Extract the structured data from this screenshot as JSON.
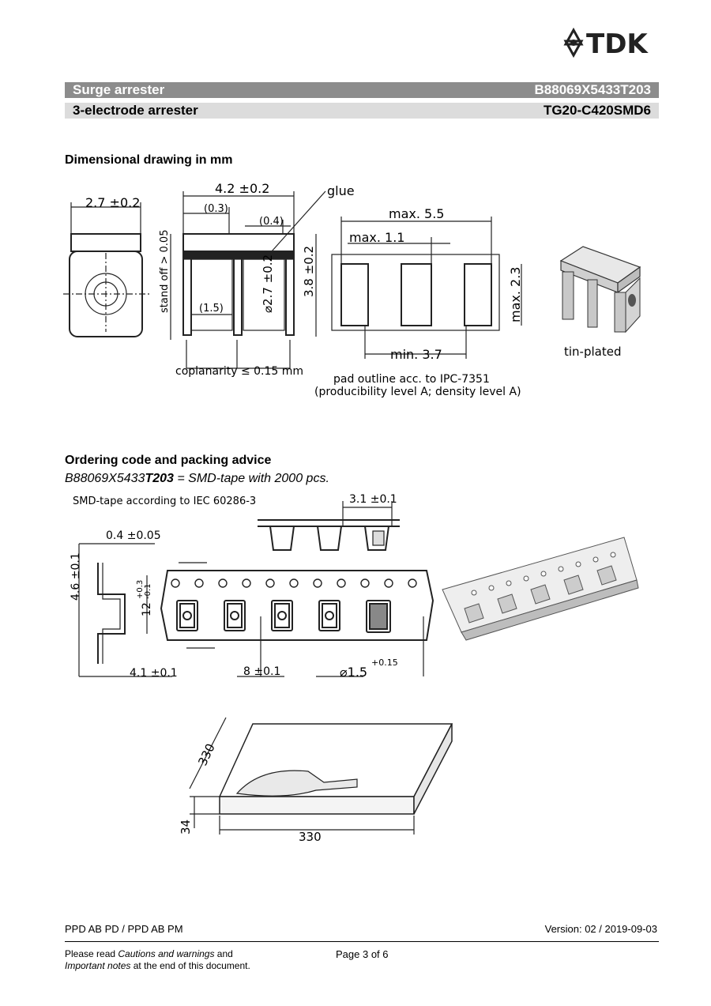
{
  "brand": {
    "logo_text": "TDK"
  },
  "header": {
    "product": "Surge arrester",
    "code": "B88069X5433T203",
    "type": "3-electrode arrester",
    "model": "TG20-C420SMD6"
  },
  "section1": {
    "title": "Dimensional drawing in mm",
    "labels": {
      "width_27": "2.7 ±0.2",
      "length_42": "4.2 ±0.2",
      "dim_03": "(0.3)",
      "dim_04": "(0.4)",
      "glue": "glue",
      "standoff": "stand off > 0.05",
      "dia_27": "⌀2.7 ±0.2",
      "height_38": "3.8 ±0.2",
      "dim_15": "(1.5)",
      "coplanarity": "coplanarity ≤ 0.15 mm",
      "max_55": "max. 5.5",
      "max_11": "max. 1.1",
      "max_23": "max. 2.3",
      "min_37": "min. 3.7",
      "pad_note_1": "pad outline acc. to IPC-7351",
      "pad_note_2": "(producibility level A; density level A)",
      "tin_plated": "tin-plated"
    }
  },
  "section2": {
    "title": "Ordering code and packing advice",
    "subtitle_prefix": "B88069X5433",
    "subtitle_bold": "T203",
    "subtitle_suffix": " = SMD-tape with 2000 pcs.",
    "labels": {
      "tape_note": "SMD-tape according to IEC 60286-3",
      "dim_31": "3.1 ±0.1",
      "dim_04": "0.4 ±0.05",
      "dim_46": "4.6 ±0.1",
      "dim_12": "12",
      "tol_12_plus": "+0.3",
      "tol_12_minus": "-0.1",
      "dim_41": "4.1 ±0.1",
      "dim_8": "8 ±0.1",
      "dia_15": "⌀1.5",
      "tol_15": "+0.15",
      "reel_330_diag": "330",
      "reel_34": "34",
      "reel_330": "330"
    }
  },
  "footer": {
    "dept": "PPD AB PD / PPD AB PM",
    "version": "Version: 02 / 2019-09-03",
    "note_1a": "Please read ",
    "note_1b": "Cautions and warnings",
    "note_1c": " and",
    "note_2a": "Important notes",
    "note_2b": " at the end of this document.",
    "page": "Page 3 of 6"
  }
}
